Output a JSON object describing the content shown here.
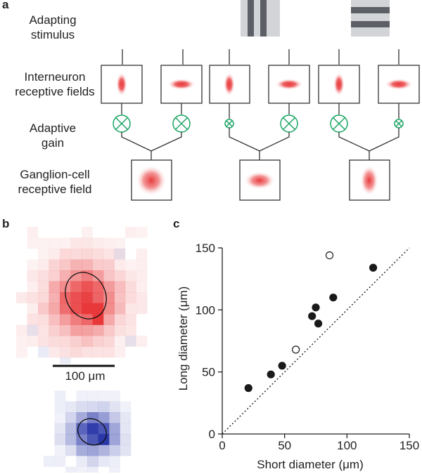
{
  "panel_a": {
    "letter": "a",
    "row_labels": {
      "adapting_stimulus": [
        "Adapting",
        "stimulus"
      ],
      "interneuron": [
        "Interneuron",
        "receptive fields"
      ],
      "adaptive_gain": [
        "Adaptive",
        "gain"
      ],
      "ganglion": [
        "Ganglion-cell",
        "receptive field"
      ]
    },
    "stimuli": [
      "none",
      "vertical-grating",
      "horizontal-grating"
    ],
    "gain_sizes": [
      "equal",
      "vertical-reduced",
      "horizontal-reduced"
    ]
  },
  "panel_b": {
    "letter": "b",
    "scale_bar_label": "100 μm",
    "colors": {
      "on": "#e8383a",
      "off": "#2a37a8"
    }
  },
  "panel_c": {
    "letter": "c",
    "chart_data": {
      "type": "scatter",
      "xlabel": "Short diameter (μm)",
      "ylabel": "Long diameter (μm)",
      "xlim": [
        0,
        150
      ],
      "ylim": [
        0,
        150
      ],
      "xticks": [
        0,
        50,
        100,
        150
      ],
      "yticks": [
        0,
        50,
        100,
        150
      ],
      "identity_line": true,
      "series": [
        {
          "marker": "filled",
          "points": [
            [
              21,
              37
            ],
            [
              39,
              48
            ],
            [
              48,
              55
            ],
            [
              72,
              95
            ],
            [
              75,
              102
            ],
            [
              77,
              89
            ],
            [
              89,
              110
            ],
            [
              121,
              134
            ]
          ]
        },
        {
          "marker": "open",
          "points": [
            [
              59,
              68
            ],
            [
              86,
              144
            ]
          ]
        }
      ]
    }
  }
}
